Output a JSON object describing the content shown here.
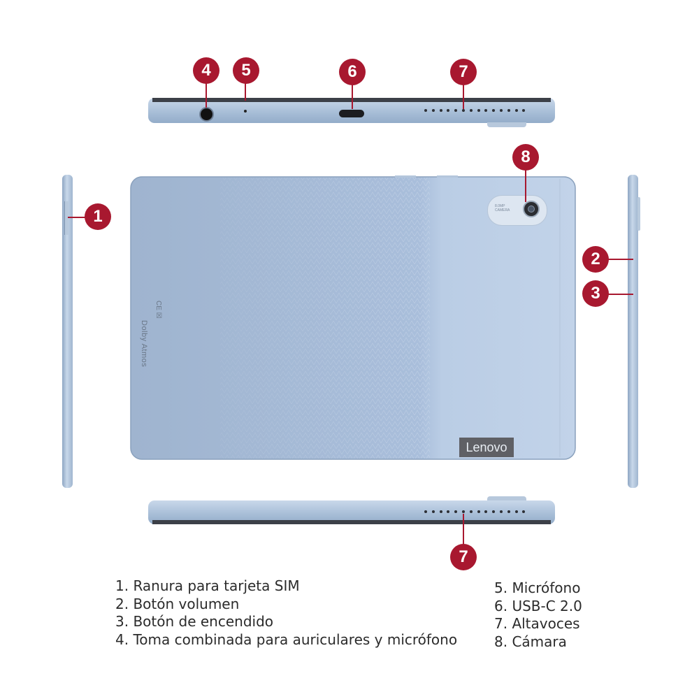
{
  "badges": {
    "b1": "1",
    "b2": "2",
    "b3": "3",
    "b4": "4",
    "b5": "5",
    "b6": "6",
    "b7": "7",
    "b8": "8"
  },
  "device": {
    "brand_logo": "Lenovo",
    "audio_logo": "Dolby Atmos",
    "cert_marks": "CE ☒",
    "camera_label": "8.0MP CAMERA"
  },
  "legend": {
    "left": [
      "1.  Ranura para tarjeta SIM",
      "2. Botón volumen",
      "3. Botón de encendido",
      "4. Toma combinada para auriculares y micrófono"
    ],
    "right": [
      "5. Micrófono",
      "6. USB-C 2.0",
      "7. Altavoces",
      "8. Cámara"
    ]
  },
  "colors": {
    "badge": "#a8182f",
    "tablet_body": "#a9bfd8",
    "logo_bg": "#5f6065"
  }
}
